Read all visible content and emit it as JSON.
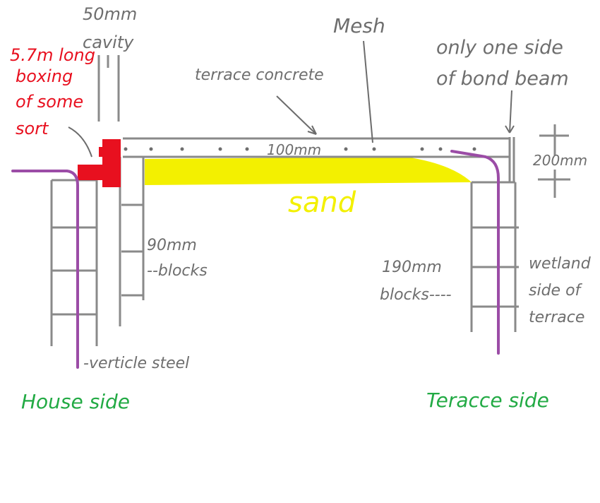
{
  "labels": {
    "cavity": [
      "50mm",
      "cavity"
    ],
    "mesh": "Mesh",
    "boxing": [
      "5.7m long",
      "boxing",
      "of some",
      "sort"
    ],
    "terrace_concrete": "terrace concrete",
    "one_side": [
      "only one side",
      "of bond beam"
    ],
    "slab_thickness": "100mm",
    "beam_height": "200mm",
    "sand": "sand",
    "blocks_90": [
      "90mm",
      "--blocks"
    ],
    "blocks_190": [
      "190mm",
      "blocks----"
    ],
    "wetland": [
      "wetland",
      "side of",
      "terrace"
    ],
    "steel": "-verticle steel",
    "house_side": "House side",
    "terrace_side": "Teracce side"
  },
  "colors": {
    "line": "#8a8a8a",
    "label_gray": "#6e6e6e",
    "boxing_red": "#e8101f",
    "sand_yellow": "#f3f000",
    "steel_purple": "#9b4ca6",
    "side_green": "#22aa44"
  }
}
